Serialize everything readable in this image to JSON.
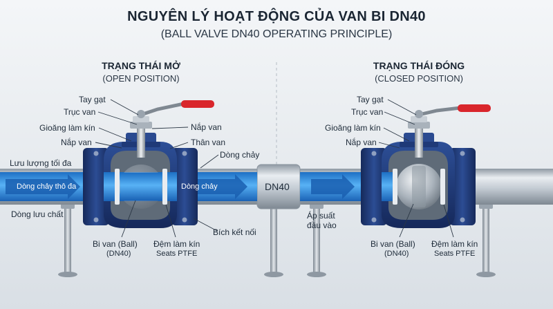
{
  "title": "NGUYÊN LÝ HOẠT ĐỘNG CỦA VAN BI DN40",
  "subtitle": "(BALL VALVE DN40 OPERATING PRINCIPLE)",
  "open": {
    "heading": "TRẠNG THÁI MỞ",
    "subheading": "(OPEN POSITION)",
    "labels": {
      "handle": "Tay gạt",
      "stem": "Trục van",
      "gasket": "Gioăng làm kín",
      "bonnet_left": "Nắp van",
      "bonnet_right": "Nắp van",
      "body": "Thân van",
      "flow": "Dòng chảy",
      "max_flow": "Lưu lượng tối đa",
      "fluid": "Dòng lưu chất",
      "flange": "Bích kết nối",
      "ball": "Bi van (Ball)",
      "ball_size": "(DN40)",
      "seat": "Đệm làm kín",
      "seat_material": "Seats PTFE"
    },
    "flow_left": "Dòng chảy thô đa",
    "flow_right": "Dòng chảy"
  },
  "pipe_label": "DN40",
  "closed": {
    "heading": "TRẠNG THÁI ĐÓNG",
    "subheading": "(CLOSED POSITION)",
    "labels": {
      "handle": "Tay gạt",
      "stem": "Trục van",
      "gasket": "Gioăng làm kín",
      "bonnet": "Nắp van",
      "pressure": "Áp suất",
      "pressure2": "đầu vào",
      "ball": "Bi van (Ball)",
      "ball_size": "(DN40)",
      "seat": "Đệm làm kín",
      "seat_material": "Seats PTFE"
    }
  },
  "colors": {
    "flange": "#1f3a78",
    "flow": "#2e8ee6",
    "handle": "#d9262c",
    "pipe": "#b8c1ca"
  }
}
